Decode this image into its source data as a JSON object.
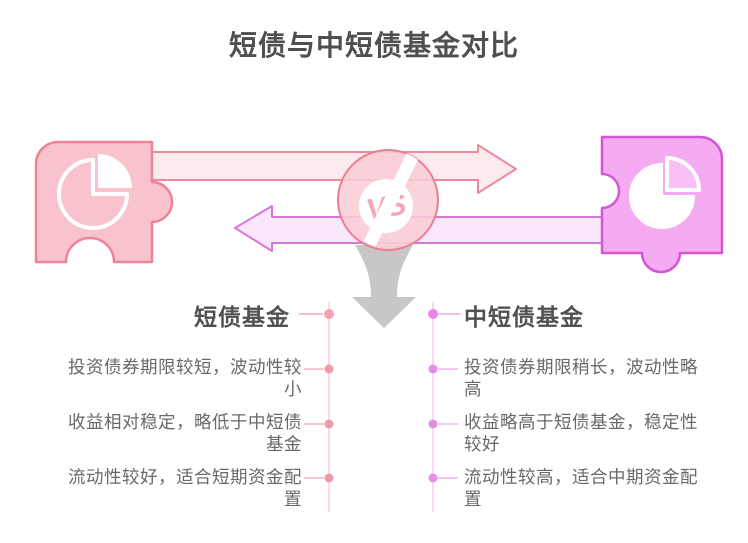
{
  "title": "短债与中短债基金对比",
  "vs_badge": {
    "label": "VS"
  },
  "columns": {
    "left": {
      "header": "短债基金",
      "items": [
        "投资债券期限较短，波动性较小",
        "收益相对稳定，略低于中短债基金",
        "流动性较好，适合短期资金配置"
      ]
    },
    "right": {
      "header": "中短债基金",
      "items": [
        "投资债券期限稍长，波动性略高",
        "收益略高于短债基金，稳定性较好",
        "流动性较高，适合中期资金配置"
      ]
    }
  },
  "icons": {
    "left_puzzle": "pie-chart-icon",
    "right_puzzle": "pie-chart-icon",
    "center": "vs-badge",
    "flow": "down-arrow-icon"
  },
  "colors": {
    "pink_fill": "#f9c3cd",
    "pink_stroke": "#ef8396",
    "pink_arrow_fill": "#fcebee",
    "magenta_fill": "#f5abf2",
    "magenta_stroke": "#d356d3",
    "magenta_arrow_fill": "#fbe7fb",
    "magenta_arrow_stroke": "#d877da",
    "vs_circle_fill": "#f9cdd6",
    "vs_circle_stroke": "#ee7e93",
    "vs_text": "#f3a7b6",
    "gray_arrow": "#c7c7c7",
    "title_text": "#4f4f50",
    "body_text": "#696969",
    "pink_dot": "#ef9aa9",
    "magenta_dot": "#e98ce5"
  }
}
